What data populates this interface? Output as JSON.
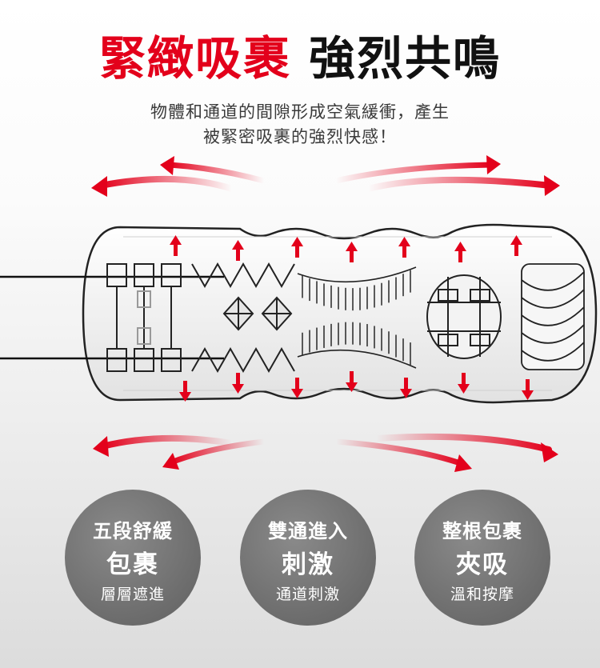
{
  "headline": {
    "red": "緊緻吸裹",
    "black": "強烈共鳴"
  },
  "subtitle": {
    "line1": "物體和通道的間隙形成空氣緩衝，產生",
    "line2": "被緊密吸裹的強烈快感！"
  },
  "features": [
    {
      "line1": "五段舒緩",
      "line2": "包裹",
      "line3": "層層遮進"
    },
    {
      "line1": "雙通進入",
      "line2": "刺激",
      "line3": "通道刺激"
    },
    {
      "line1": "整根包裹",
      "line2": "夾吸",
      "line3": "溫和按摩"
    }
  ],
  "colors": {
    "accent_red": "#e3001b",
    "circle_gray": "#6c6c6c",
    "outline": "#222222"
  }
}
